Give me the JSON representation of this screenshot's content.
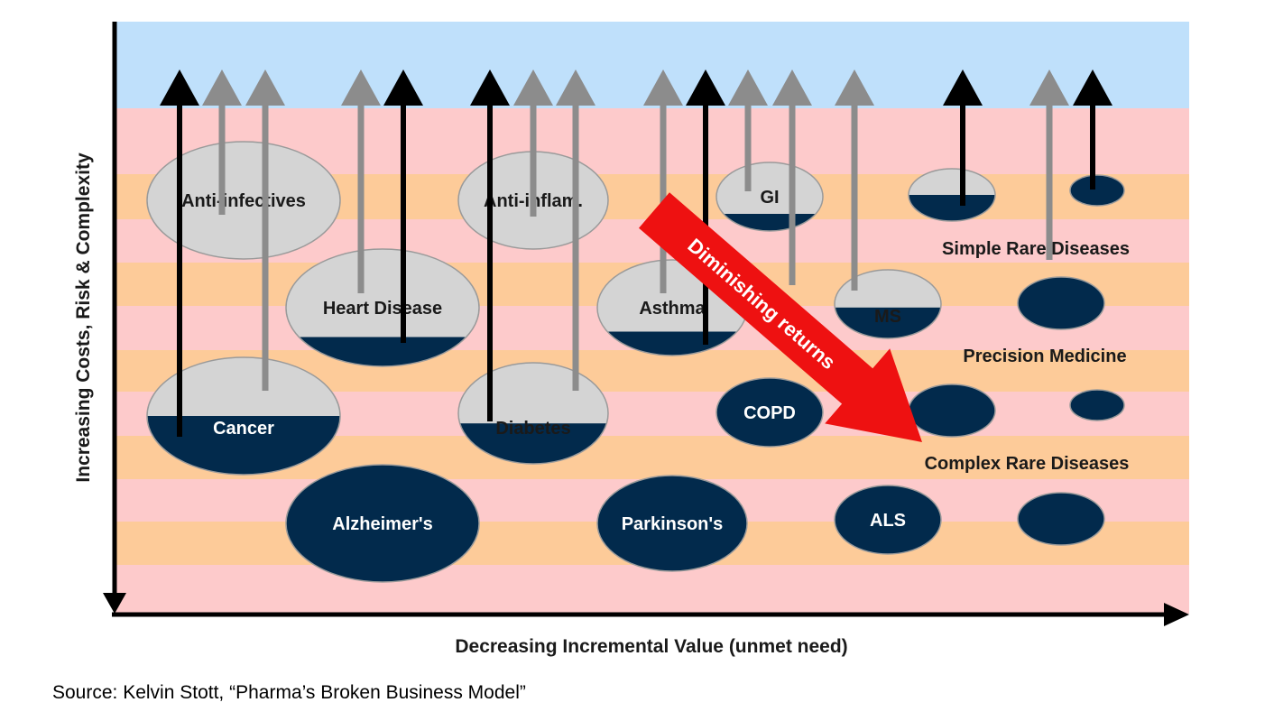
{
  "axes": {
    "x_label": "Decreasing Incremental Value (unmet need)",
    "y_label": "Increasing Costs, Risk & Complexity"
  },
  "colors": {
    "sky": "#bfe0fb",
    "band_pink": "#fdcacb",
    "band_orange": "#fdcb99",
    "bubble_fill": "#d4d4d4",
    "bubble_dark": "#022a4c",
    "arrow_gray": "#8c8c8c",
    "arrow_black": "#000000",
    "red_arrow": "#ee1111"
  },
  "bubbles": [
    {
      "label": "Anti-infectives",
      "met_fraction": 0.0
    },
    {
      "label": "Heart Disease",
      "met_fraction": 0.25
    },
    {
      "label": "Cancer",
      "met_fraction": 0.5
    },
    {
      "label": "Alzheimer's",
      "met_fraction": 1.0
    },
    {
      "label": "Anti-inflam.",
      "met_fraction": 0.0
    },
    {
      "label": "Diabetes",
      "met_fraction": 0.4
    },
    {
      "label": "Asthma",
      "met_fraction": 0.25
    },
    {
      "label": "Parkinson's",
      "met_fraction": 1.0
    },
    {
      "label": "GI",
      "met_fraction": 0.25
    },
    {
      "label": "MS",
      "met_fraction": 0.45
    },
    {
      "label": "COPD",
      "met_fraction": 1.0
    },
    {
      "label": "ALS",
      "met_fraction": 1.0
    },
    {
      "label": "",
      "met_fraction": 0.5
    },
    {
      "label": "",
      "met_fraction": 1.0
    },
    {
      "label": "",
      "met_fraction": 1.0
    },
    {
      "label": "",
      "met_fraction": 1.0
    },
    {
      "label": "",
      "met_fraction": 1.0
    },
    {
      "label": "",
      "met_fraction": 1.0
    }
  ],
  "group_labels": [
    "Simple Rare Diseases",
    "Precision Medicine",
    "Complex Rare Diseases"
  ],
  "diminishing_label": "Diminishing returns",
  "source": "Source: Kelvin Stott, “Pharma’s Broken Business Model”"
}
